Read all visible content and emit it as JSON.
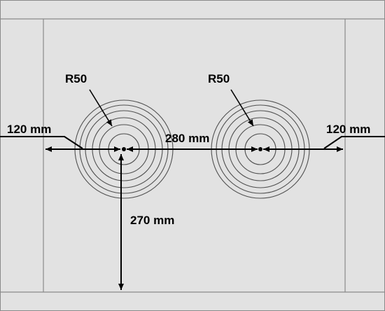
{
  "diagram": {
    "labels": {
      "radius_left": "R50",
      "radius_right": "R50",
      "dim_left": "120 mm",
      "dim_center": "280 mm",
      "dim_right": "120 mm",
      "dim_vertical": "270 mm"
    },
    "colors": {
      "panel": "#e2e2e2",
      "panel_dark": "#cfcfcf",
      "edge": "#8a8a8a",
      "coil": "#505050",
      "ink": "#000000"
    }
  }
}
